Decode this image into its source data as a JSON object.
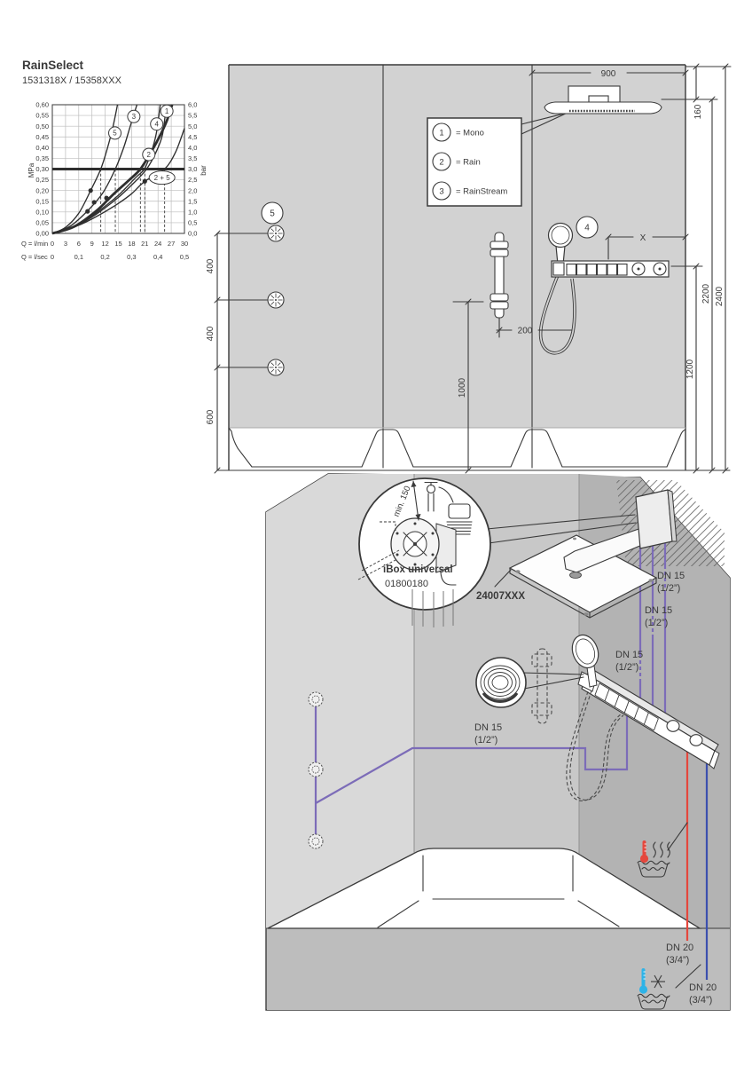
{
  "header": {
    "title": "RainSelect",
    "model": "1531318X / 15358XXX"
  },
  "chart_data": {
    "type": "line",
    "title": "RainSelect 1531318X / 15358XXX flow chart",
    "xlabel_primary": "Q = l/min",
    "xlabel_secondary": "Q = l/sec",
    "x_ticks_lmin": [
      "0",
      "3",
      "6",
      "9",
      "12",
      "15",
      "18",
      "21",
      "24",
      "27",
      "30"
    ],
    "x_ticks_lsec": {
      "labels": [
        "0",
        "0,1",
        "0,2",
        "0,3",
        "0,4",
        "0,5"
      ],
      "at_lmin": [
        0,
        6,
        12,
        18,
        24,
        30
      ]
    },
    "xlim": [
      0,
      30
    ],
    "ylabel_left": "MPa",
    "y_ticks_mpa": [
      "0,60",
      "0,55",
      "0,50",
      "0,45",
      "0,40",
      "0,35",
      "0,30",
      "0,25",
      "0,20",
      "0,15",
      "0,10",
      "0,05",
      "0,00"
    ],
    "ylabel_right": "bar",
    "y_ticks_bar": [
      "6,0",
      "5,5",
      "5,0",
      "4,5",
      "4,0",
      "3,5",
      "3,0",
      "2,5",
      "2,0",
      "1,5",
      "1,0",
      "0,5",
      "0,0"
    ],
    "ylim_mpa": [
      0,
      0.6
    ],
    "grid": true,
    "reference_line_mpa": 0.3,
    "dashed_guides_lmin": [
      11,
      14.3,
      20,
      21,
      25.5
    ],
    "series": [
      {
        "name": "1",
        "label_pos": [
          26,
          0.57
        ],
        "thick": false,
        "ellipse": false,
        "points": [
          [
            0,
            0
          ],
          [
            5,
            0.03
          ],
          [
            10,
            0.09
          ],
          [
            15,
            0.168
          ],
          [
            19.3,
            0.252
          ],
          [
            21.4,
            0.3
          ],
          [
            23.4,
            0.372
          ],
          [
            25,
            0.46
          ],
          [
            25.9,
            0.6
          ]
        ]
      },
      {
        "name": "2",
        "label_pos": [
          21.9,
          0.368
        ],
        "thick": true,
        "ellipse": false,
        "points": [
          [
            0,
            0
          ],
          [
            5,
            0.032
          ],
          [
            10,
            0.105
          ],
          [
            14,
            0.185
          ],
          [
            17.5,
            0.25
          ],
          [
            20,
            0.3
          ],
          [
            22.3,
            0.375
          ],
          [
            24.3,
            0.45
          ],
          [
            26,
            0.525
          ],
          [
            27.2,
            0.6
          ]
        ]
      },
      {
        "name": "3",
        "label_pos": [
          18.5,
          0.545
        ],
        "thick": false,
        "ellipse": false,
        "points": [
          [
            0,
            0
          ],
          [
            4,
            0.033
          ],
          [
            8,
            0.105
          ],
          [
            11.5,
            0.19
          ],
          [
            14.3,
            0.3
          ],
          [
            16.2,
            0.4
          ],
          [
            17.7,
            0.5
          ],
          [
            19.2,
            0.6
          ]
        ]
      },
      {
        "name": "4",
        "label_pos": [
          23.7,
          0.51
        ],
        "thick": false,
        "ellipse": false,
        "points": [
          [
            0,
            0
          ],
          [
            5,
            0.032
          ],
          [
            10,
            0.096
          ],
          [
            15,
            0.178
          ],
          [
            19,
            0.262
          ],
          [
            20.9,
            0.3
          ],
          [
            22.4,
            0.375
          ],
          [
            23.6,
            0.465
          ],
          [
            24.5,
            0.6
          ]
        ]
      },
      {
        "name": "5",
        "label_pos": [
          14.2,
          0.468
        ],
        "thick": false,
        "ellipse": false,
        "points": [
          [
            0,
            0
          ],
          [
            3,
            0.028
          ],
          [
            6,
            0.094
          ],
          [
            8.7,
            0.2
          ],
          [
            11,
            0.3
          ],
          [
            12.4,
            0.39
          ],
          [
            13.7,
            0.49
          ],
          [
            14.8,
            0.6
          ]
        ]
      },
      {
        "name": "2 + 5",
        "label_pos": [
          24.9,
          0.26
        ],
        "thick": false,
        "ellipse": true,
        "points": [
          [
            0,
            0
          ],
          [
            6,
            0.038
          ],
          [
            11,
            0.09
          ],
          [
            15,
            0.14
          ],
          [
            18,
            0.185
          ],
          [
            21,
            0.243
          ],
          [
            25.5,
            0.3
          ],
          [
            28,
            0.38
          ],
          [
            30,
            0.49
          ]
        ]
      }
    ],
    "marked_points": [
      [
        8.7,
        0.2
      ],
      [
        9.5,
        0.145
      ],
      [
        8.0,
        0.103
      ],
      [
        12.3,
        0.165
      ],
      [
        21,
        0.243
      ]
    ]
  },
  "legend": {
    "items": [
      {
        "num": "1",
        "label": "= Mono"
      },
      {
        "num": "2",
        "label": "= Rain"
      },
      {
        "num": "3",
        "label": "= RainStream"
      }
    ]
  },
  "elevation": {
    "callout_handshower": "4",
    "callout_bodyspray": "5",
    "dims": {
      "width": "900",
      "head_offset": "160",
      "height_head": "2200",
      "height_total": "2400",
      "height_trim": "1200",
      "spray_gap_1": "400",
      "spray_gap_2": "400",
      "spray_bottom": "600",
      "bar_offset": "200",
      "bar_height": "1000",
      "x": "X"
    }
  },
  "iso": {
    "ibox_min": "min. 150",
    "ibox_title": "iBox universal",
    "ibox_number": "01800180",
    "product_number": "24007XXX",
    "dn15_line1": "DN 15",
    "dn15_line2": "(1/2”)",
    "dn20_line1": "DN 20",
    "dn20_line2": "(3/4”)"
  },
  "colors": {
    "pipe_mixed": "#7c6cb8",
    "pipe_hot": "#e5473d",
    "pipe_cold": "#3c50ae",
    "cold_icon": "#2db3e8",
    "wall": "#d2d2d2",
    "line": "#3a3a3a"
  }
}
